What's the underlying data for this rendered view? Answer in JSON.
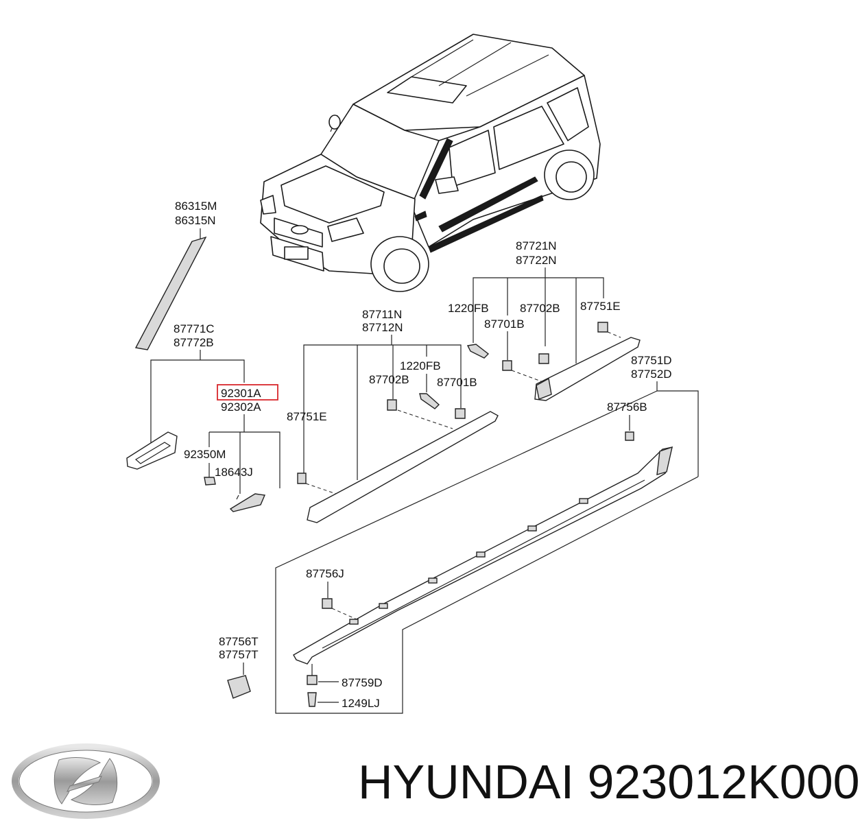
{
  "footer": {
    "brand": "HYUNDAI",
    "part_number": "923012K000",
    "logo_icon": "hyundai-logo-icon"
  },
  "highlight_color": "#d9262b",
  "callouts": {
    "c86315": [
      "86315M",
      "86315N"
    ],
    "c87771": [
      "87771C",
      "87772B"
    ],
    "c92301": "92301A",
    "c92302": "92302A",
    "c92350": "92350M",
    "c18643": "18643J",
    "c87711": [
      "87711N",
      "87712N"
    ],
    "c1220_mid": "1220FB",
    "c87702_mid": "87702B",
    "c87701_mid": "87701B",
    "c87751e_mid": "87751E",
    "c87721": [
      "87721N",
      "87722N"
    ],
    "c1220_top": "1220FB",
    "c87701_top": "87701B",
    "c87702_top": "87702B",
    "c87751e_top": "87751E",
    "c87751d": [
      "87751D",
      "87752D"
    ],
    "c87756b": "87756B",
    "c87756j": "87756J",
    "c87756t": [
      "87756T",
      "87757T"
    ],
    "c87759d": "87759D",
    "c1249lj": "1249LJ"
  }
}
